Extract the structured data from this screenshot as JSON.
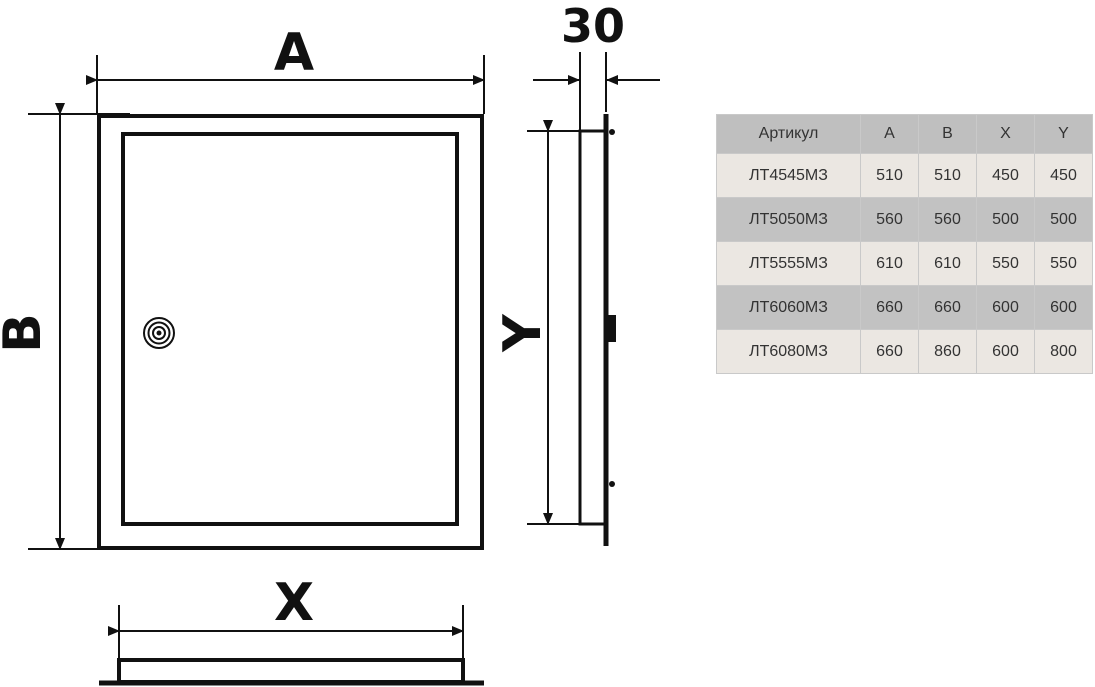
{
  "dimensions": {
    "front_width": "A",
    "front_height": "B",
    "inner_width": "X",
    "side_height": "Y",
    "depth": "30"
  },
  "table": {
    "headers": [
      "Артикул",
      "A",
      "B",
      "X",
      "Y"
    ],
    "rows": [
      [
        "ЛТ4545МЗ",
        "510",
        "510",
        "450",
        "450"
      ],
      [
        "ЛТ5050МЗ",
        "560",
        "560",
        "500",
        "500"
      ],
      [
        "ЛТ5555МЗ",
        "610",
        "610",
        "550",
        "550"
      ],
      [
        "ЛТ6060МЗ",
        "660",
        "660",
        "600",
        "600"
      ],
      [
        "ЛТ6080МЗ",
        "660",
        "860",
        "600",
        "800"
      ]
    ]
  },
  "colors": {
    "line": "#111111",
    "header_bg": "#bfbfbf",
    "row_light": "#ebe7e2",
    "row_dark": "#c2c2c2"
  }
}
